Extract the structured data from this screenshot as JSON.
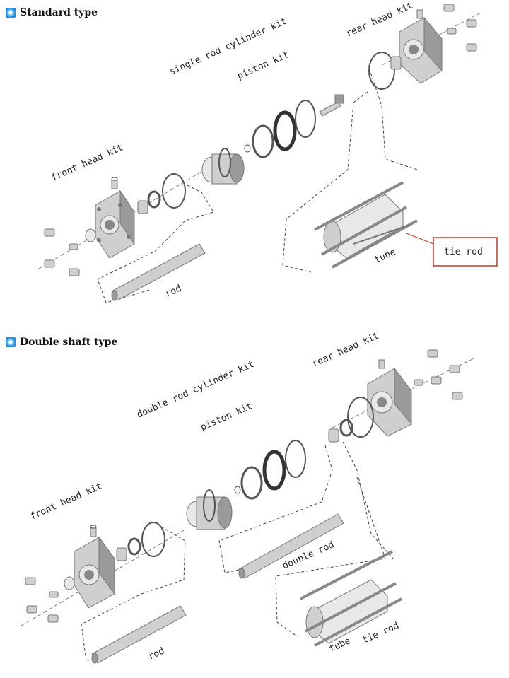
{
  "sections": [
    {
      "title": "Standard type",
      "labels": {
        "single_rod_cylinder_kit": "single rod cylinder kit",
        "piston_kit": "piston kit",
        "rear_head_kit": "rear head kit",
        "front_head_kit": "front head kit",
        "rod": "rod",
        "tube": "tube",
        "tie_rod": "tie rod"
      }
    },
    {
      "title": "Double shaft type",
      "labels": {
        "double_rod_cylinder_kit": "double rod cylinder kit",
        "piston_kit": "piston kit",
        "rear_head_kit": "rear head kit",
        "front_head_kit": "front head kit",
        "double_rod": "double rod",
        "rod": "rod",
        "tube": "tube",
        "tie_rod": "tie rod"
      }
    }
  ],
  "colors": {
    "callout_border": "#c0392b",
    "accent_icon": "#1f86d6"
  }
}
